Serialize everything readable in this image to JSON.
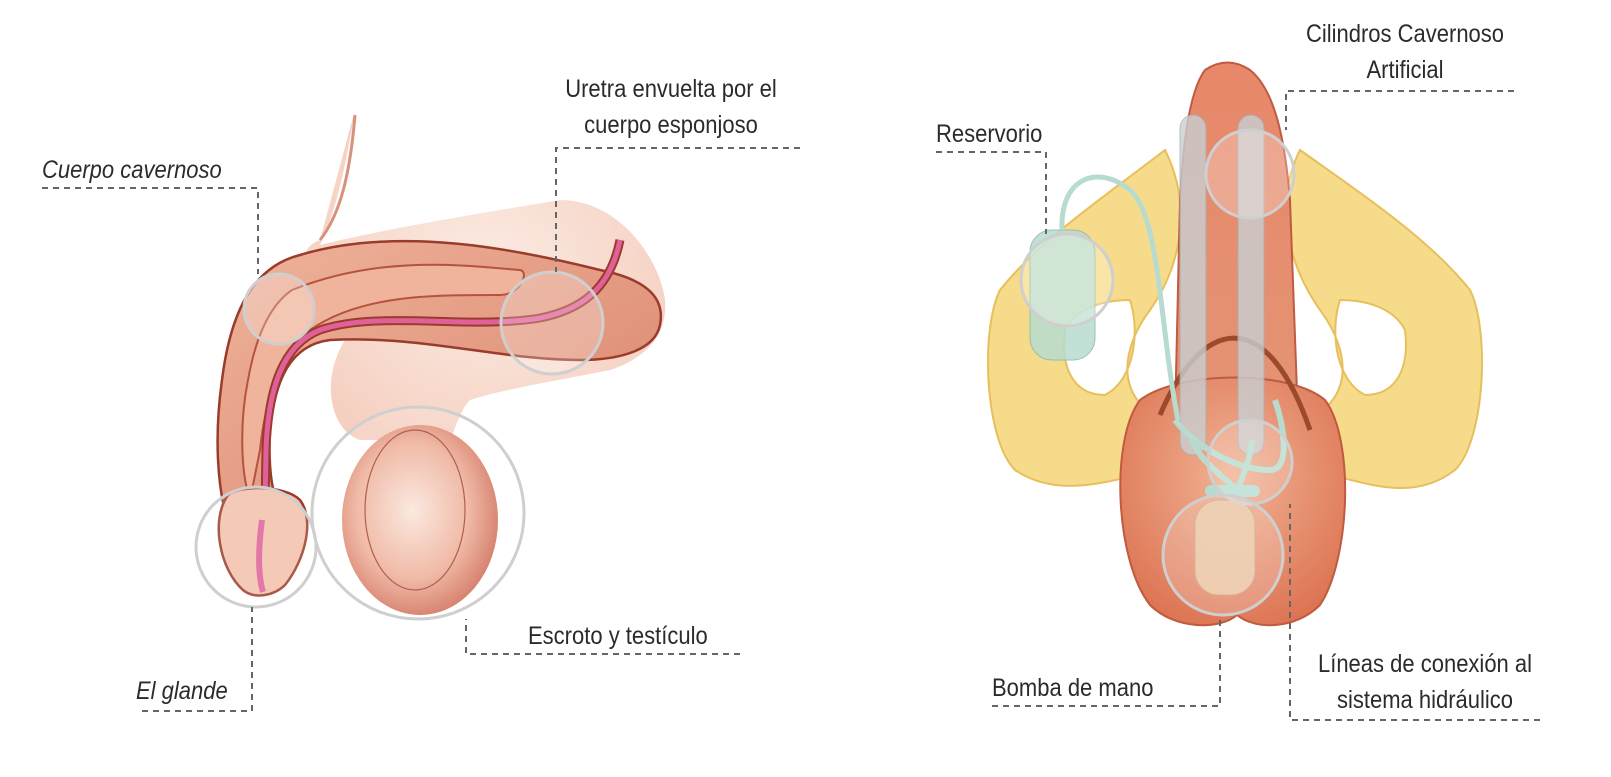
{
  "labels": {
    "cuerpo_cavernoso": "Cuerpo cavernoso",
    "uretra_line1": "Uretra envuelta por el",
    "uretra_line2": "cuerpo esponjoso",
    "escroto": "Escroto y testículo",
    "glande": "El glande",
    "reservorio": "Reservorio",
    "cilindros_line1": "Cilindros Cavernoso",
    "cilindros_line2": "Artificial",
    "bomba": "Bomba de mano",
    "lineas_line1": "Líneas de conexión al",
    "lineas_line2": "sistema hidráulico"
  },
  "colors": {
    "skin_light": "#f6d7c9",
    "skin_mid": "#e7a48d",
    "skin_dark": "#c8624c",
    "outline": "#9a3b2b",
    "urethra": "#e0609a",
    "bone": "#f6dc8a",
    "bone_shadow": "#e7bf5c",
    "device": "#b7dccf",
    "leader": "#666666",
    "magnifier": "#cfcfcf"
  }
}
